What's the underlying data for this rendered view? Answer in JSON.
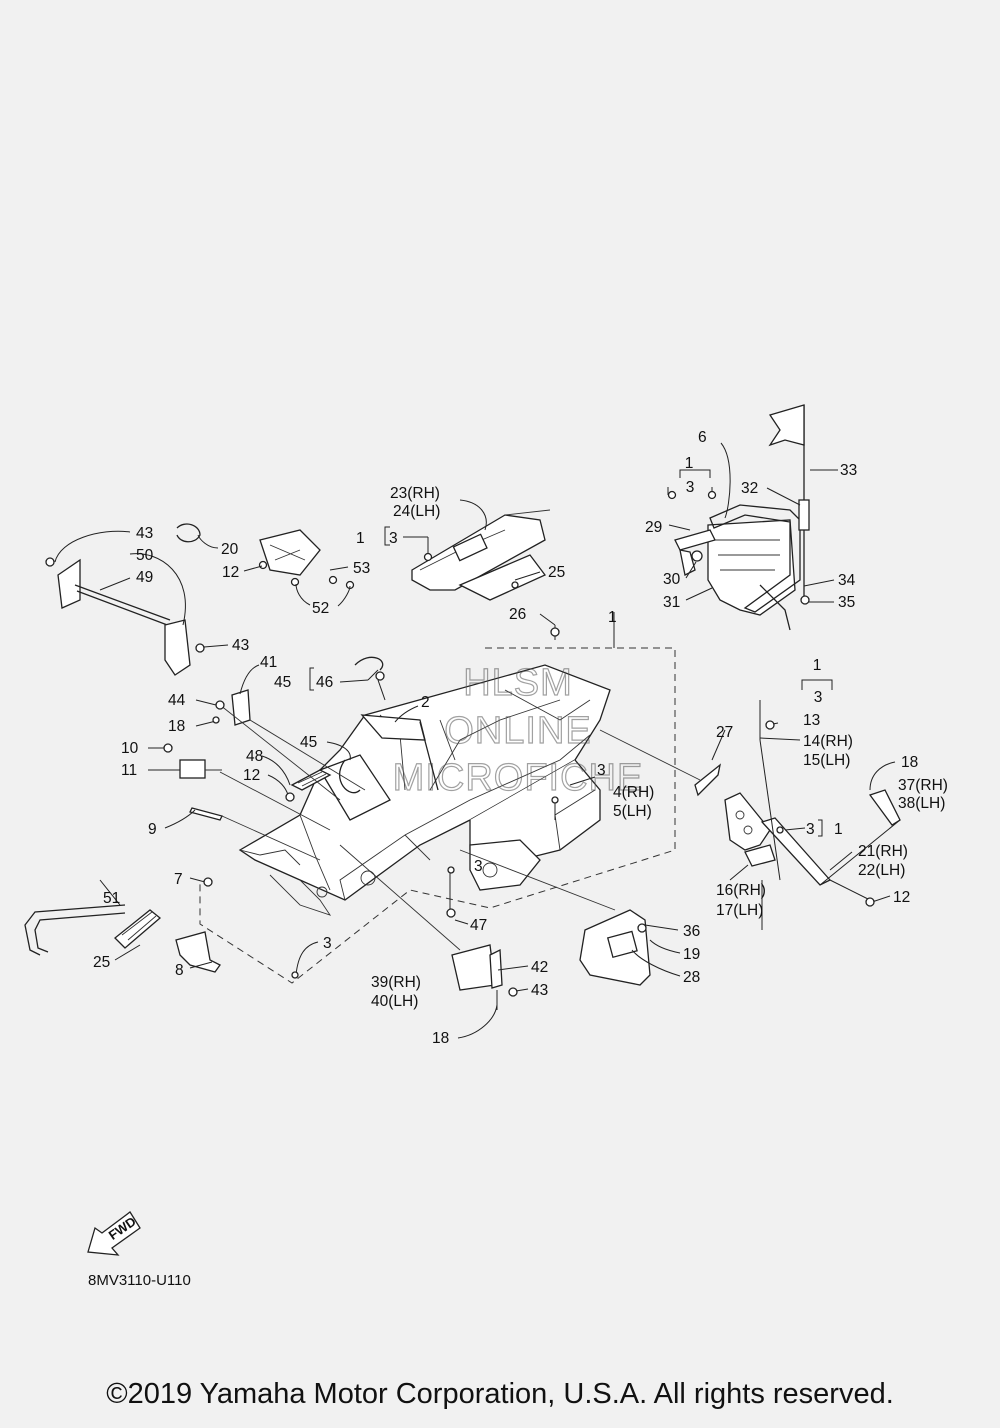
{
  "watermark": [
    "HLSM",
    "ONLINE",
    "MICROFICHE"
  ],
  "fwd_label": "FWD",
  "diagram_code": "8MV3110-U110",
  "copyright": "©2019 Yamaha Motor Corporation, U.S.A. All rights reserved.",
  "callouts": {
    "c1_top_bracket": "1",
    "c3_top_bracket": "3",
    "c6": "6",
    "c32": "32",
    "c33": "33",
    "c23": "23(RH)",
    "c24": "24(LH)",
    "c1_bracket_a": "1",
    "c3_bracket_a": "3",
    "c29": "29",
    "c30": "30",
    "c31": "31",
    "c34": "34",
    "c35": "35",
    "c43_a": "43",
    "c50": "50",
    "c49": "49",
    "c20": "20",
    "c12_a": "12",
    "c53": "53",
    "c52": "52",
    "c25_a": "25",
    "c26": "26",
    "c1_main": "1",
    "c43_b": "43",
    "c41": "41",
    "c45_a": "45",
    "c46": "46",
    "c44": "44",
    "c18_a": "18",
    "c2": "2",
    "c45_b": "45",
    "c10": "10",
    "c48": "48",
    "c11": "11",
    "c12_b": "12",
    "c9": "9",
    "c3_a": "3",
    "c4": "4(RH)",
    "c5": "5(LH)",
    "c27": "27",
    "c1_right": "1",
    "c3_right": "3",
    "c13": "13",
    "c14": "14(RH)",
    "c15": "15(LH)",
    "c18_b": "18",
    "c37": "37(RH)",
    "c38": "38(LH)",
    "c3_b": "3",
    "c1_b": "1",
    "c21": "21(RH)",
    "c22": "22(LH)",
    "c16": "16(RH)",
    "c17": "17(LH)",
    "c12_c": "12",
    "c7": "7",
    "c3_c": "3",
    "c47": "47",
    "c51": "51",
    "c25_b": "25",
    "c3_d": "3",
    "c8": "8",
    "c36": "36",
    "c19": "19",
    "c28": "28",
    "c42": "42",
    "c43_c": "43",
    "c39": "39(RH)",
    "c40": "40(LH)",
    "c18_c": "18"
  }
}
